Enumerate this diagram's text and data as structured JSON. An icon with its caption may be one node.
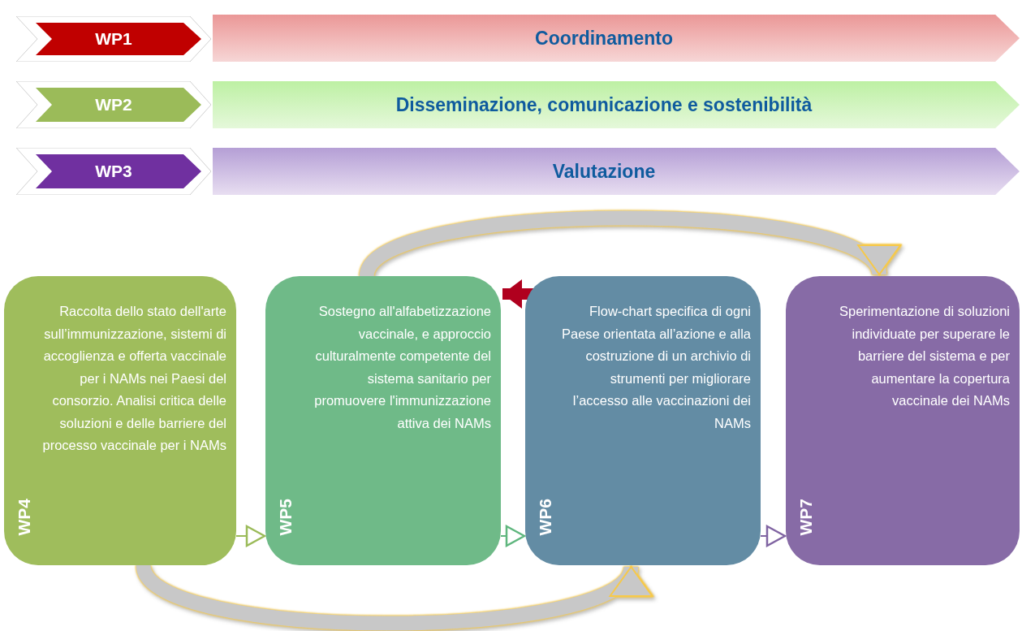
{
  "diagram": {
    "nodes": [
      {
        "text": [
          "WP1"
        ]
      },
      {
        "text": [
          "Coordinamento"
        ]
      },
      {
        "text": [
          "WP2"
        ]
      },
      {
        "text": [
          "Disseminazione, comunicazione e sostenibilità"
        ]
      },
      {
        "text": [
          "WP3"
        ]
      },
      {
        "text": [
          "Valutazione"
        ]
      },
      {
        "text": [
          "WP4",
          "Raccolta dello stato dell'arte sull’immunizzazione, sistemi di accoglienza e offerta vaccinale per i NAMs nei Paesi del consorzio. Analisi critica delle soluzioni e delle barriere del processo vaccinale per i NAMs"
        ]
      },
      {
        "text": [
          "WP5",
          "Sostegno all'alfabetizzazione vaccinale, e approccio culturalmente competente del sistema sanitario per promuovere l'immunizzazione attiva dei NAMs"
        ]
      },
      {
        "text": [
          "WP6",
          "Flow-chart specifica di ogni Paese orientata all’azione e alla costruzione di un archivio di strumenti per migliorare l’accesso alle vaccinazioni dei NAMs"
        ]
      },
      {
        "text": [
          "WP7",
          "Sperimentazione di soluzioni individuate per superare le barriere del sistema e per aumentare la copertura vaccinale dei NAMs"
        ]
      }
    ],
    "edges": [
      {
        "from": 6,
        "to": 7,
        "arrow": "to",
        "color": "#9bbb59"
      },
      {
        "from": 7,
        "to": 8,
        "arrow": "to",
        "color": "#5fb67e"
      },
      {
        "from": 8,
        "to": 9,
        "arrow": "to",
        "color": "#8064a2"
      },
      {
        "from": 8,
        "to": 7,
        "arrow": "to",
        "style": "thick",
        "color": "#b0001e"
      },
      {
        "from": 7,
        "to": 9,
        "arrow": "to",
        "style": "thick",
        "color": "#c8c8c8"
      },
      {
        "from": 6,
        "to": 8,
        "arrow": "to",
        "style": "thick",
        "color": "#c8c8c8"
      }
    ]
  }
}
